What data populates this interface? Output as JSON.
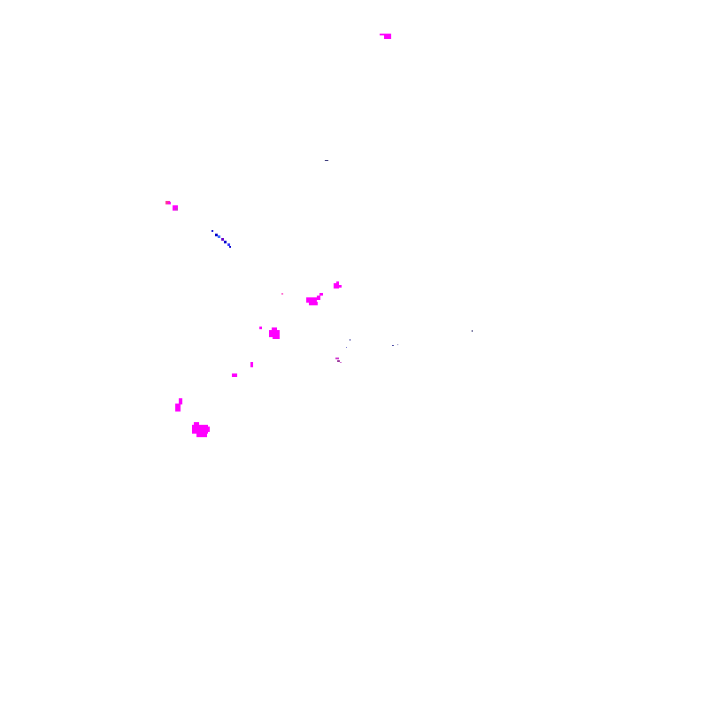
{
  "map": {
    "background_color": "#ffffff",
    "feature_colors": {
      "primary": "#ff00ff",
      "secondary": "#0000cc",
      "tertiary": "#ff3399"
    },
    "feature_classes": [
      "magenta-patch",
      "blue-speck",
      "pink-speck"
    ]
  }
}
